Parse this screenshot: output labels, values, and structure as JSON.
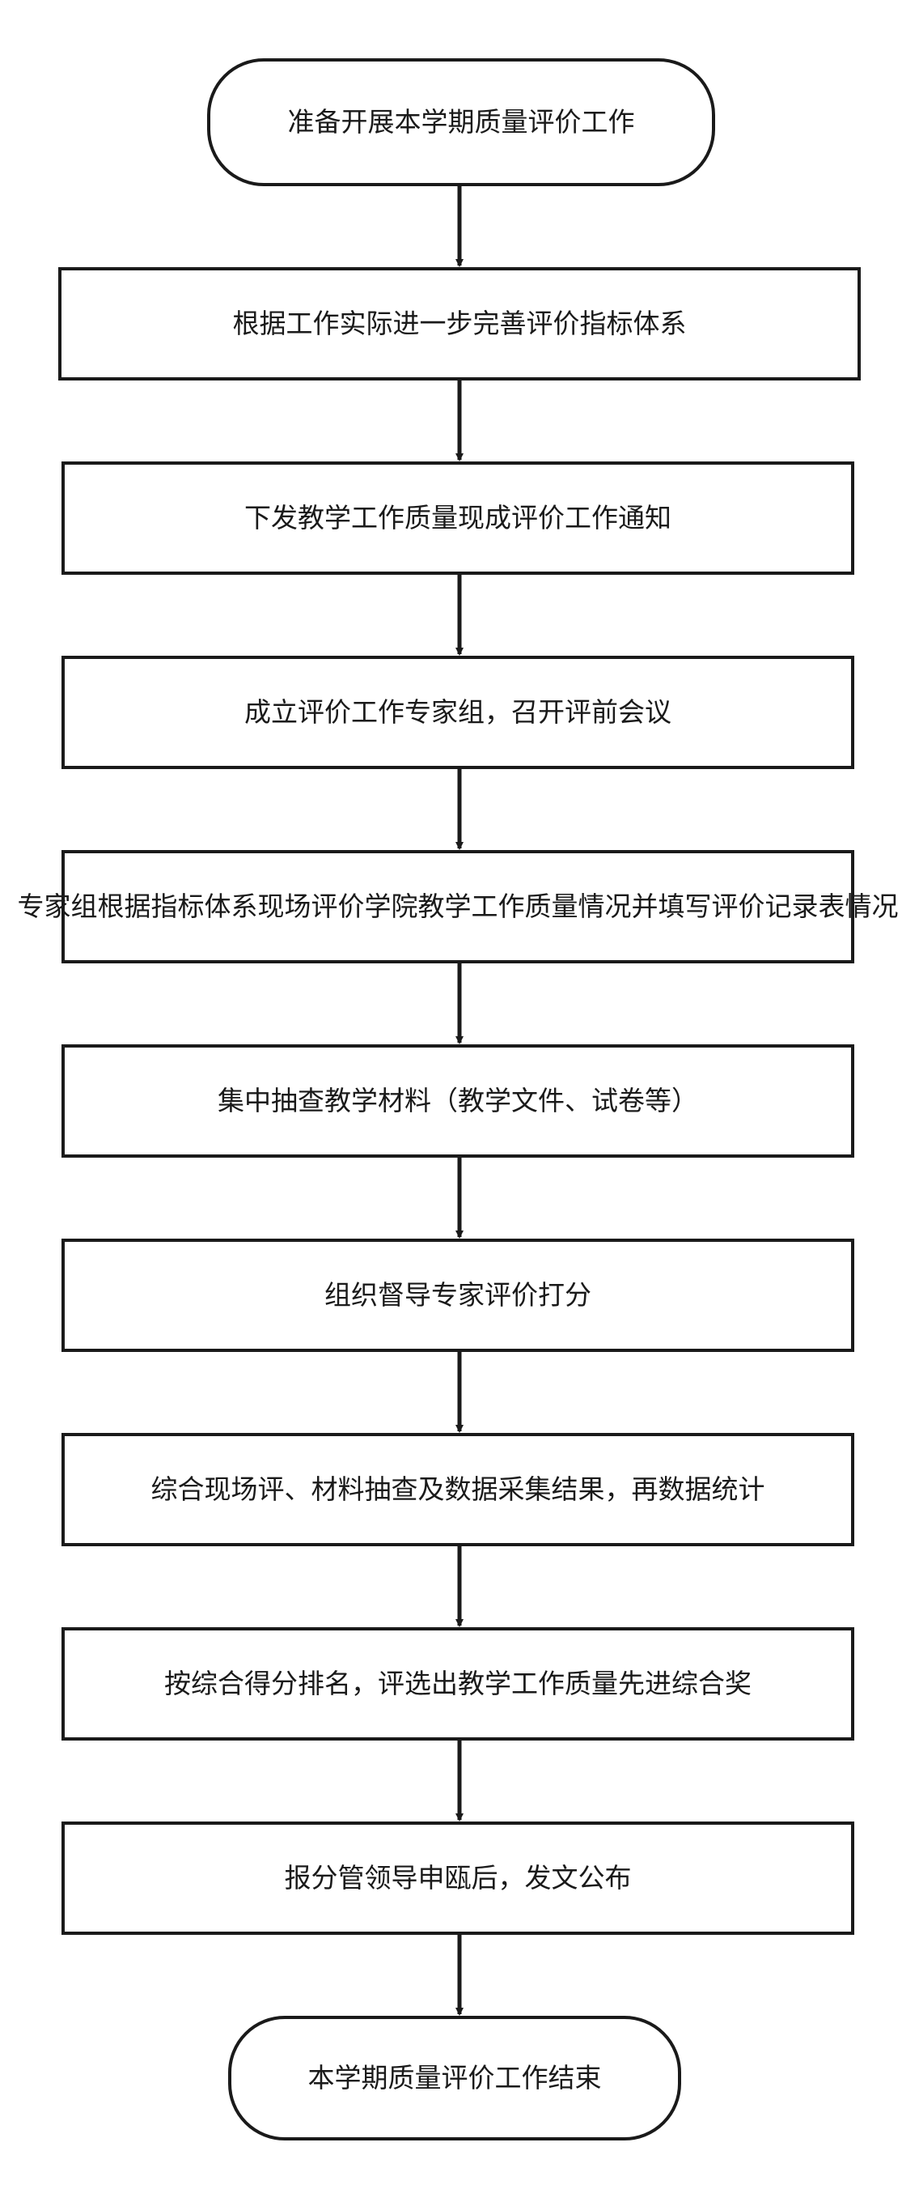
{
  "flowchart": {
    "nodes": [
      {
        "id": "n0",
        "shape": "terminal",
        "lines": [
          "准备开展本学期质量评价工作"
        ]
      },
      {
        "id": "n1",
        "shape": "process",
        "lines": [
          "根据工作实际进一步完善评价指标体系"
        ]
      },
      {
        "id": "n2",
        "shape": "process",
        "lines": [
          "下发教学工作质量现成评价工作通知"
        ]
      },
      {
        "id": "n3",
        "shape": "process",
        "lines": [
          "成立评价工作专家组，召开评前会议"
        ]
      },
      {
        "id": "n4",
        "shape": "process",
        "lines": [
          "专家组根据指标体系现场评价学院教学工作质量情况",
          "并填写评价记录表情况"
        ]
      },
      {
        "id": "n5",
        "shape": "process",
        "lines": [
          "集中抽查教学材料（教学文件、试卷等）"
        ]
      },
      {
        "id": "n6",
        "shape": "process",
        "lines": [
          "组织督导专家评价打分"
        ]
      },
      {
        "id": "n7",
        "shape": "process",
        "lines": [
          "综合现场评、材料抽查及数据采集结果，再数据统计"
        ]
      },
      {
        "id": "n8",
        "shape": "process",
        "lines": [
          "按综合得分排名，评选出教学工作质量先进综合奖"
        ]
      },
      {
        "id": "n9",
        "shape": "process",
        "lines": [
          "报分管领导申瓯后，发文公布"
        ]
      },
      {
        "id": "n10",
        "shape": "terminal",
        "lines": [
          "本学期质量评价工作结束"
        ]
      }
    ],
    "edges": [
      {
        "from": "n0",
        "to": "n1"
      },
      {
        "from": "n1",
        "to": "n2"
      },
      {
        "from": "n2",
        "to": "n3"
      },
      {
        "from": "n3",
        "to": "n4"
      },
      {
        "from": "n4",
        "to": "n5"
      },
      {
        "from": "n5",
        "to": "n6"
      },
      {
        "from": "n6",
        "to": "n7"
      },
      {
        "from": "n7",
        "to": "n8"
      },
      {
        "from": "n8",
        "to": "n9"
      },
      {
        "from": "n9",
        "to": "n10"
      }
    ],
    "colors": {
      "stroke": "#1a1a1a",
      "fill": "#ffffff",
      "text": "#1a1a1a"
    }
  }
}
